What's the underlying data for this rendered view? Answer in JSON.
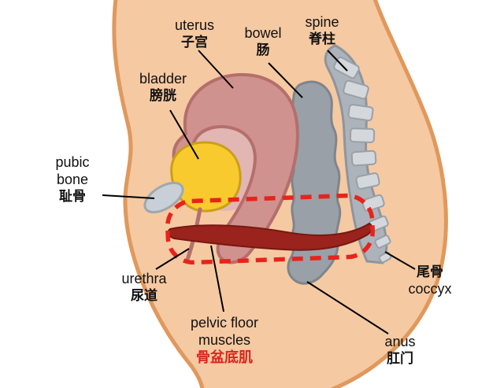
{
  "figure": {
    "labels": {
      "uterus": {
        "en": "uterus",
        "zh": "子宫"
      },
      "bowel": {
        "en": "bowel",
        "zh": "肠"
      },
      "spine": {
        "en": "spine",
        "zh": "脊柱"
      },
      "bladder": {
        "en": "bladder",
        "zh": "膀胱"
      },
      "pubic_bone": {
        "en1": "pubic",
        "en2": "bone",
        "zh": "耻骨"
      },
      "urethra": {
        "en": "urethra",
        "zh": "尿道"
      },
      "pelvic_floor": {
        "en1": "pelvic floor",
        "en2": "muscles",
        "zh": "骨盆底肌"
      },
      "coccyx": {
        "zh": "尾骨",
        "en": "coccyx"
      },
      "anus": {
        "en": "anus",
        "zh": "肛门"
      }
    },
    "colors": {
      "skin": "#F5C9A2",
      "skin_outline": "#E0985C",
      "uterus": "#D0928F",
      "uterus_outline": "#B46F6C",
      "uterus_inner": "#E2B6B2",
      "bladder": "#F9CA2D",
      "bladder_outline": "#C9A01A",
      "bone_gray": "#D4D8DC",
      "spine_gray": "#ADB3BA",
      "bowel_gray": "#99A0A8",
      "pubic_bone_gray": "#C8CFD6",
      "muscle_red": "#9A231D",
      "highlight_red": "#E8231B",
      "label_red": "#D9251C",
      "pointer_black": "#000000"
    }
  }
}
